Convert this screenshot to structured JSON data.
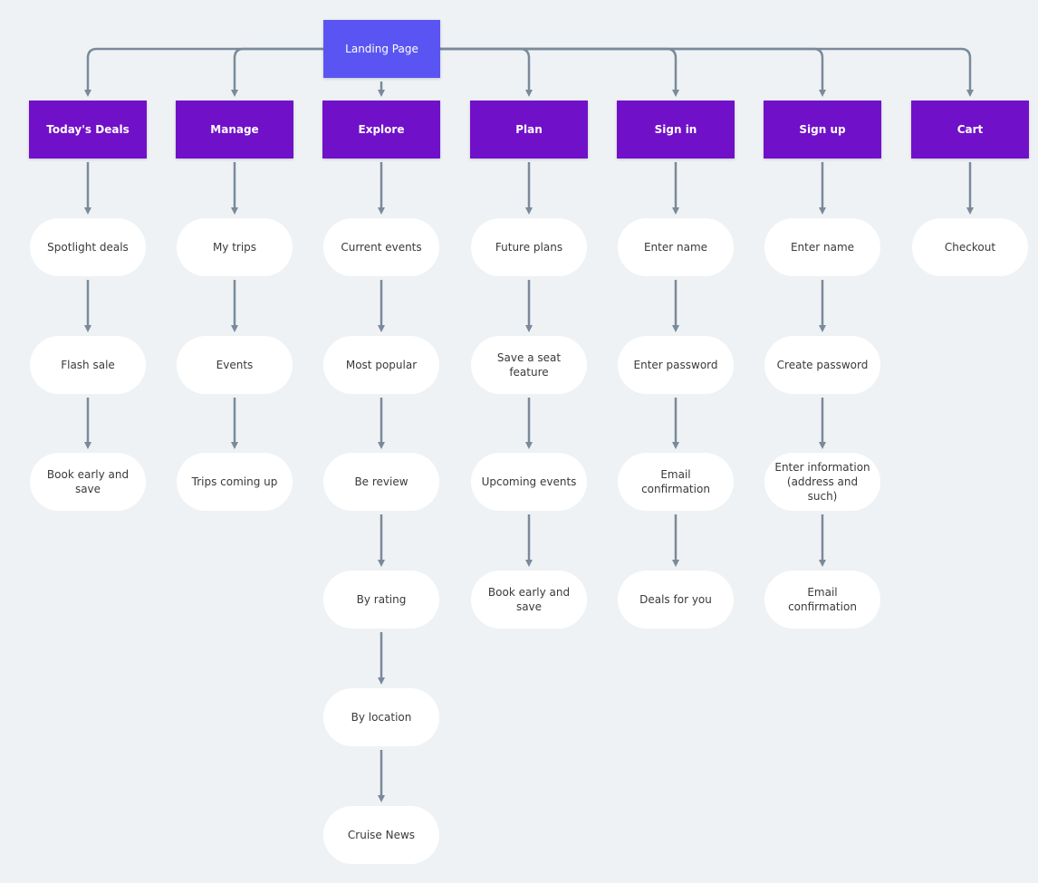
{
  "diagram": {
    "root": {
      "label": "Landing Page"
    },
    "columns": [
      {
        "label": "Today's Deals",
        "items": [
          "Spotlight deals",
          "Flash sale",
          "Book early and save"
        ]
      },
      {
        "label": "Manage",
        "items": [
          "My trips",
          "Events",
          "Trips coming up"
        ]
      },
      {
        "label": "Explore",
        "items": [
          "Current events",
          "Most popular",
          "Be review",
          "By rating",
          "By location",
          "Cruise News"
        ]
      },
      {
        "label": "Plan",
        "items": [
          "Future plans",
          "Save a seat feature",
          "Upcoming events",
          "Book early and save"
        ]
      },
      {
        "label": "Sign in",
        "items": [
          "Enter name",
          "Enter password",
          "Email confirmation",
          "Deals for you"
        ]
      },
      {
        "label": "Sign up",
        "items": [
          "Enter name",
          "Create password",
          "Enter information\n(address and such)",
          "Email confirmation"
        ]
      },
      {
        "label": "Cart",
        "items": [
          "Checkout"
        ]
      }
    ]
  },
  "colors": {
    "background": "#eef2f5",
    "root": "#5a55f2",
    "section": "#7110c9",
    "pill": "#ffffff",
    "connector": "#7a8a9a"
  }
}
